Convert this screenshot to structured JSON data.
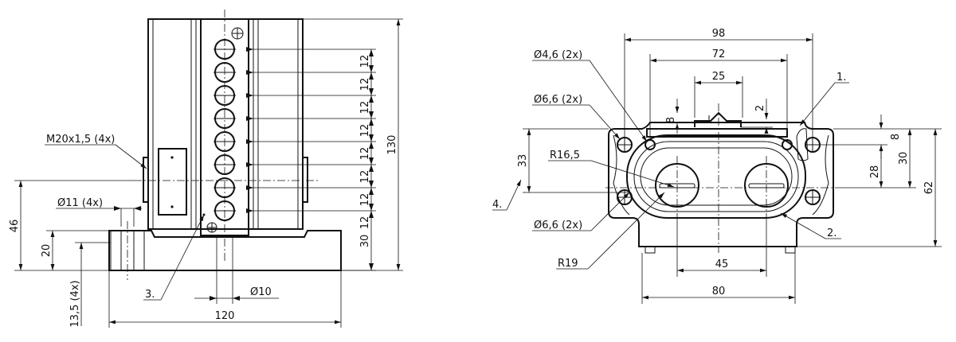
{
  "left_view": {
    "label_m20": "M20x1,5 (4x)",
    "label_d11": "Ø11 (4x)",
    "label_3": "3.",
    "dim_pitch": "12",
    "dim_30": "30",
    "dim_130": "130",
    "dim_46": "46",
    "dim_20": "20",
    "dim_13_5": "13,5 (4x)",
    "dim_d10": "Ø10",
    "dim_120": "120"
  },
  "right_view": {
    "dim_98": "98",
    "dim_72": "72",
    "dim_25": "25",
    "dim_8_top": "8",
    "dim_2": "2",
    "label_d46": "Ø4,6 (2x)",
    "label_d66_top": "Ø6,6 (2x)",
    "label_r165": "R16,5",
    "label_d66_bottom": "Ø6,6 (2x)",
    "label_r19": "R19",
    "label_1": "1.",
    "label_2": "2.",
    "label_4": "4.",
    "dim_33": "33",
    "dim_8_right": "8",
    "dim_28": "28",
    "dim_30": "30",
    "dim_62": "62",
    "dim_45": "45",
    "dim_80": "80"
  }
}
